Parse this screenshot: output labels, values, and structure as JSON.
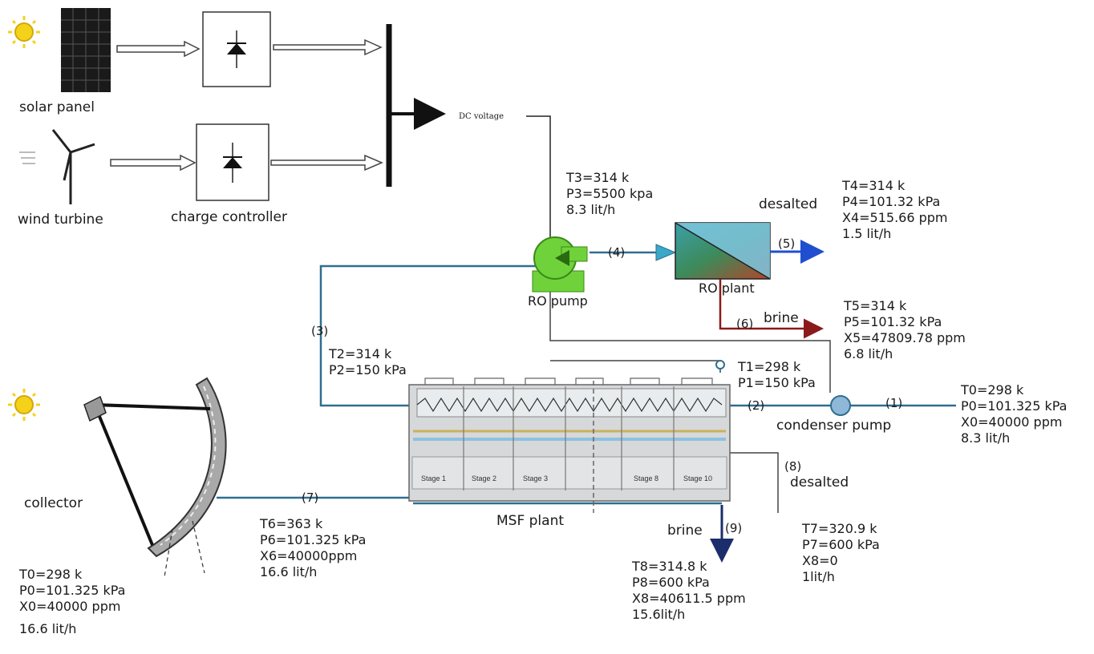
{
  "labels": {
    "solar_panel": "solar panel",
    "wind_turbine": "wind turbine",
    "charge_controller": "charge controller",
    "dc_voltage": "DC voltage",
    "ro_pump": "RO pump",
    "ro_plant": "RO plant",
    "desalted_ro": "desalted",
    "brine_ro": "brine",
    "condenser_pump": "condenser pump",
    "collector": "collector",
    "msf_plant": "MSF plant",
    "brine_msf": "brine",
    "desalted_msf": "desalted"
  },
  "stream_tags": {
    "s1": "(1)",
    "s2": "(2)",
    "s3": "(3)",
    "s4": "(4)",
    "s5": "(5)",
    "s6": "(6)",
    "s7": "(7)",
    "s8": "(8)",
    "s9": "(9)"
  },
  "msf_stages": [
    "Stage 1",
    "Stage 2",
    "Stage 3",
    "Stage 8",
    "Stage 10"
  ],
  "streams": {
    "ro_feed": {
      "T": "T3=314 k",
      "P": "P3=5500 kpa",
      "Q": "8.3 lit/h"
    },
    "ro_desalted": {
      "T": "T4=314 k",
      "P": "P4=101.32 kPa",
      "X": "X4=515.66 ppm",
      "Q": "1.5 lit/h"
    },
    "ro_brine": {
      "T": "T5=314 k",
      "P": "P5=101.32 kPa",
      "X": "X5=47809.78 ppm",
      "Q": "6.8 lit/h"
    },
    "msf_out": {
      "T": "T2=314 k",
      "P": "P2=150 kPa"
    },
    "pump_out": {
      "T": "T1=298 k",
      "P": "P1=150 kPa"
    },
    "seawater_in": {
      "T": "T0=298 k",
      "P": "P0=101.325 kPa",
      "X": "X0=40000 ppm",
      "Q": "8.3 lit/h"
    },
    "collector_in": {
      "T": "T0=298 k",
      "P": "P0=101.325 kPa",
      "X": "X0=40000 ppm",
      "Q": "16.6 lit/h"
    },
    "collector_out": {
      "T": "T6=363 k",
      "P": "P6=101.325 kPa",
      "X": "X6=40000ppm",
      "Q": "16.6 lit/h"
    },
    "msf_brine": {
      "T": "T8=314.8 k",
      "P": "P8=600 kPa",
      "X": "X8=40611.5 ppm",
      "Q": "15.6lit/h"
    },
    "msf_desalted": {
      "T": "T7=320.9 k",
      "P": "P7=600 kPa",
      "X": "X8=0",
      "Q": "1lit/h"
    }
  },
  "colors": {
    "water_line": "#2f6f8f",
    "desalted_arrow": "#1f4fd0",
    "brine_arrow": "#8b1a1a",
    "pump_green": "#6fd23a",
    "sun_yellow": "#f4d21a"
  }
}
